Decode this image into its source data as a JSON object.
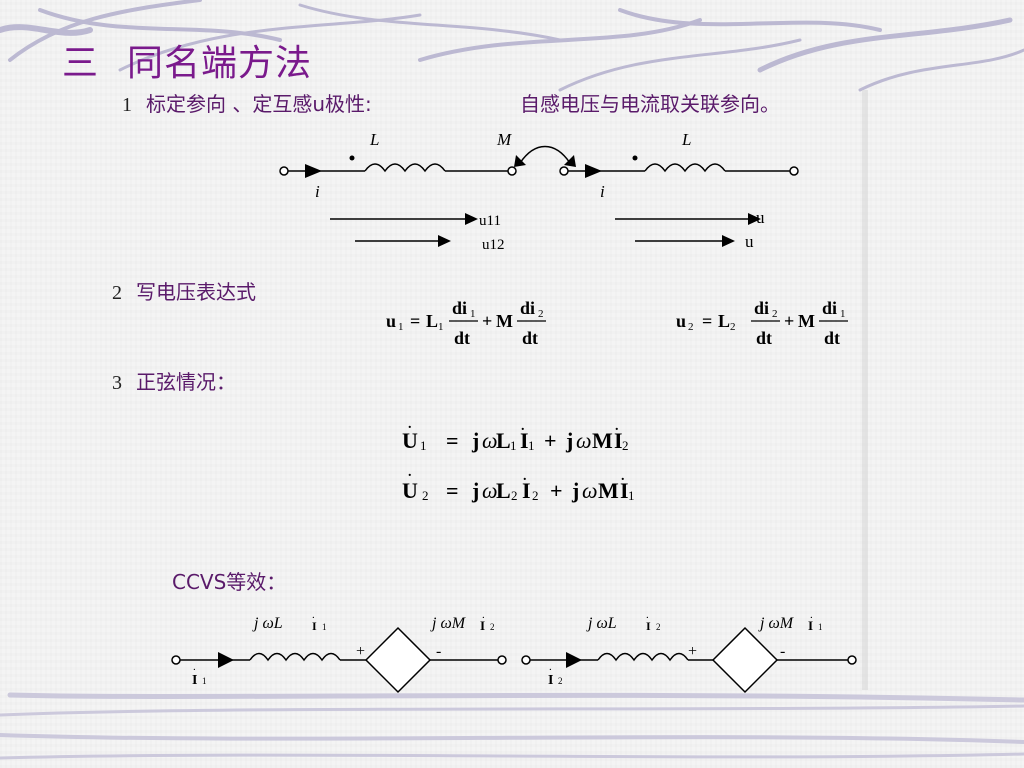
{
  "title": {
    "number": "三",
    "text": "同名端方法"
  },
  "section1": {
    "number": "1",
    "label": "标定参向 、定互感u极性:",
    "note": "自感电压与电流取关联参向。"
  },
  "coupled_circuit": {
    "coil1_label": "L",
    "coil2_label": "L",
    "mutual_label": "M",
    "current1_label": "i",
    "current2_label": "i",
    "arrow_labels": {
      "u11": "u11",
      "u12": "u12",
      "u_a": "u",
      "u_b": "u"
    }
  },
  "section2": {
    "number": "2",
    "label": "写电压表达式"
  },
  "section3": {
    "number": "3",
    "label": "正弦情况："
  },
  "section4": {
    "label": "CCVS等效："
  },
  "colors": {
    "title": "#7a1a8c",
    "text": "#5a1a6a",
    "accent": "#000000"
  }
}
